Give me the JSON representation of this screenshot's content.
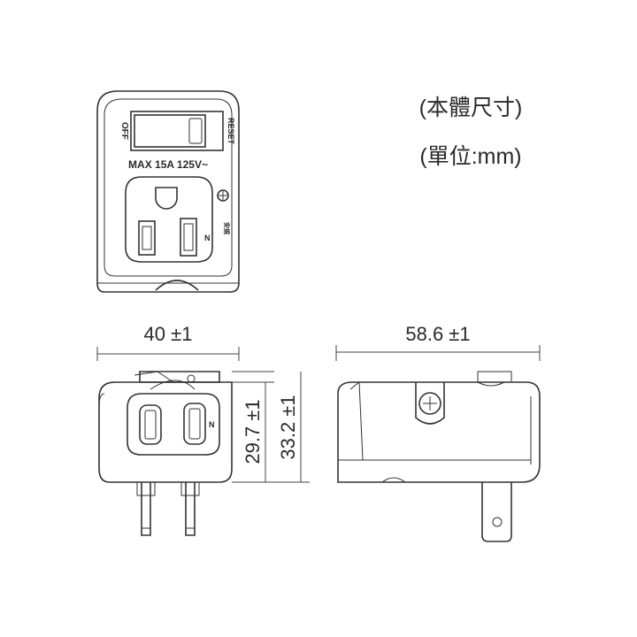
{
  "header": {
    "line1": "(本體尺寸)",
    "line2": "(單位:mm)"
  },
  "product_labels": {
    "rating": "MAX 15A 125V~",
    "switch_off": "OFF",
    "switch_reset": "RESET",
    "neutral_mark": "N",
    "side_text": "安規",
    "top_mark": "N"
  },
  "dimensions": {
    "front_width": "40 ±1",
    "front_height_inner": "29.7 ±1",
    "front_height_outer": "33.2 ±1",
    "side_length": "58.6 ±1"
  }
}
